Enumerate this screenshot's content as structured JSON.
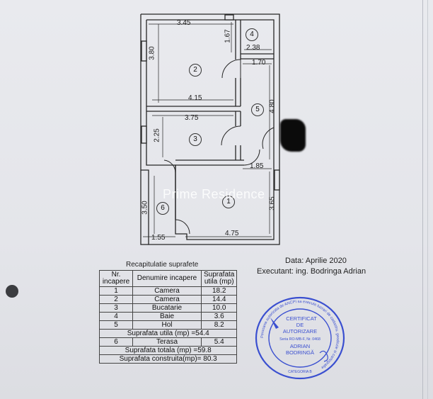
{
  "floor_plan": {
    "dimensions": {
      "d1": "3.45",
      "d2": "1.67",
      "d3": "2.38",
      "d4": "3.80",
      "d5": "1.70",
      "d6": "4.15",
      "d7": "3.75",
      "d8": "4.80",
      "d9": "2.25",
      "d10": "1.85",
      "d11": "3.50",
      "d12": "3.65",
      "d13": "1.55",
      "d14": "4.75"
    },
    "rooms": [
      "1",
      "2",
      "3",
      "4",
      "5",
      "6"
    ]
  },
  "watermark": "Prime Residence",
  "recap": {
    "title": "Recapitulatie suprafete",
    "headers": [
      "Nr. incapere",
      "Denumire incapere",
      "Suprafata utila (mp)"
    ],
    "rows": [
      {
        "nr": "1",
        "name": "Camera",
        "area": "18.2"
      },
      {
        "nr": "2",
        "name": "Camera",
        "area": "14.4"
      },
      {
        "nr": "3",
        "name": "Bucatarie",
        "area": "10.0"
      },
      {
        "nr": "4",
        "name": "Baie",
        "area": "3.6"
      },
      {
        "nr": "5",
        "name": "Hol",
        "area": "8.2"
      }
    ],
    "useful_total": "Suprafata utila (mp) =54.4",
    "terrace": {
      "nr": "6",
      "name": "Terasa",
      "area": "5.4"
    },
    "total": "Suprafata totala (mp) =59.8",
    "built": "Suprafata construita(mp)= 80.3"
  },
  "meta": {
    "date": "Data: Aprilie 2020",
    "executant": "Executant: ing. Bodringa  Adrian"
  },
  "stamp": {
    "line1": "CERTIFICAT",
    "line2": "DE",
    "line3": "AUTORIZARE",
    "series": "Seria RO-MB-F, Nr. 0468",
    "name1": "ADRIAN",
    "name2": "BODRINGĂ",
    "category": "CATEGORIA B",
    "ring_text": "Persoana autorizata de ANCPI sa execute lucrari de cadastru, geodezie si cartografie"
  },
  "colors": {
    "ink": "#262626",
    "stamp": "#3a4fd0",
    "paper": "#e6e7eb"
  }
}
